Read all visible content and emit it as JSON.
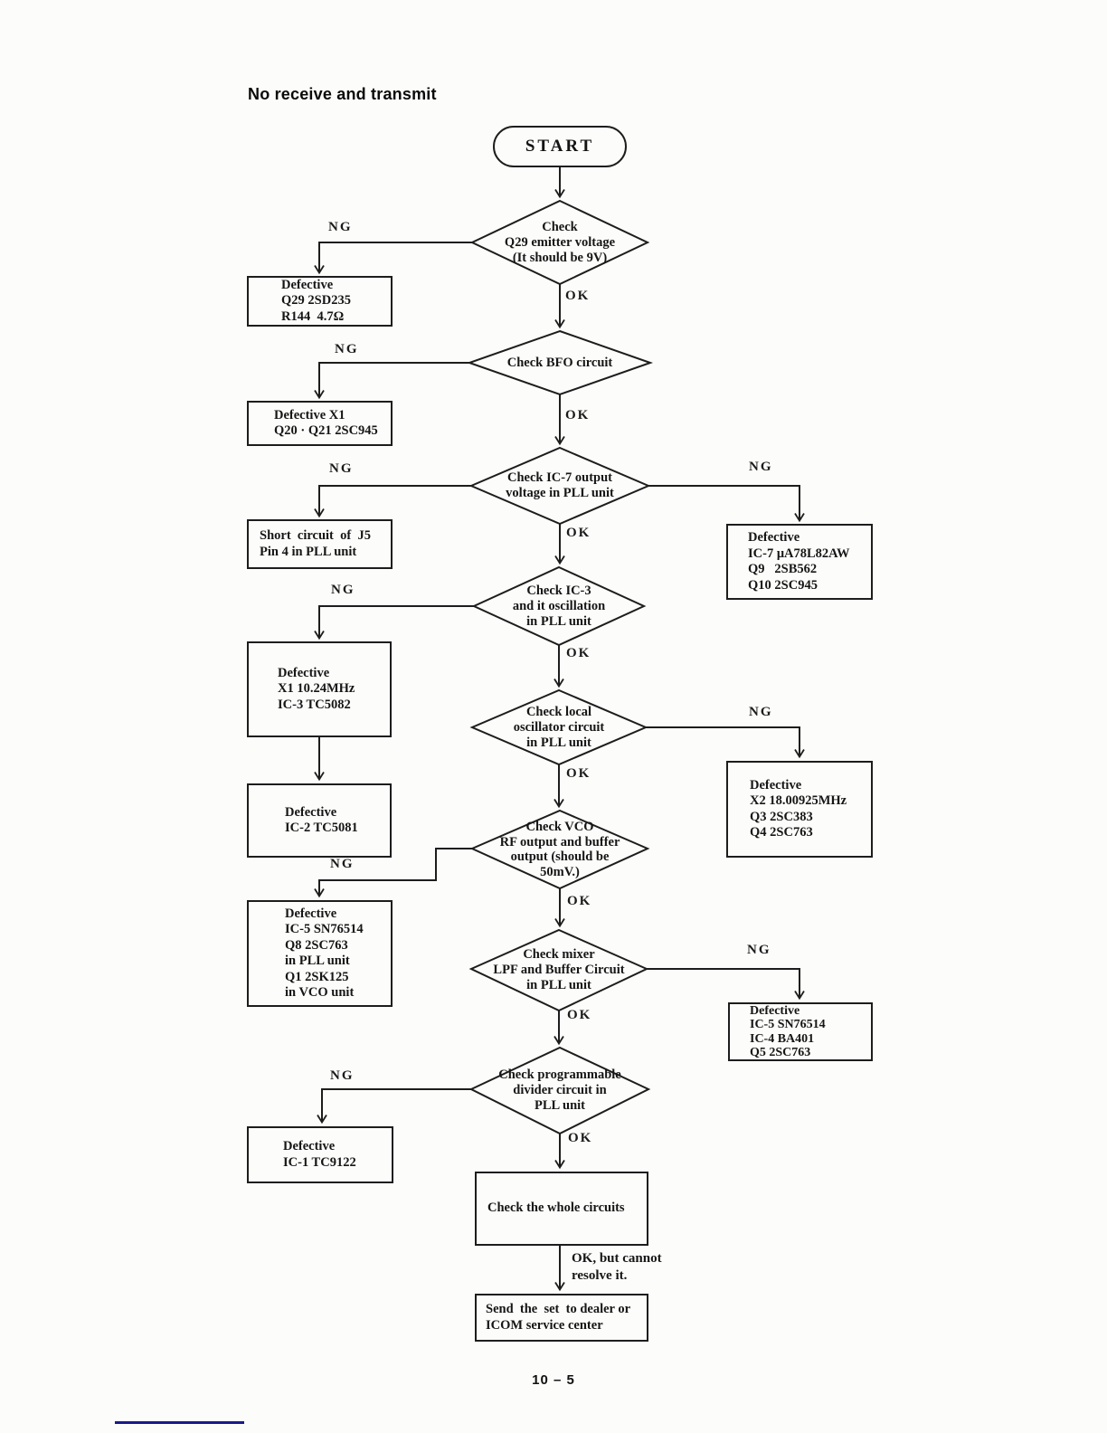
{
  "page": {
    "title": "No receive and transmit",
    "page_number": "10 – 5"
  },
  "labels": {
    "ng": "NG",
    "ok": "OK"
  },
  "flow": {
    "start": "START",
    "d1": "Check\nQ29 emitter voltage\n(It should be 9V)",
    "b1": "Defective\nQ29 2SD235\nR144  4.7Ω",
    "d2": "Check BFO circuit",
    "b2": "Defective X1\nQ20 · Q21 2SC945",
    "d3": "Check IC-7 output\nvoltage in PLL unit",
    "b3": "Short  circuit  of  J5\nPin 4 in PLL unit",
    "r1": "Defective\nIC-7 μA78L82AW\nQ9   2SB562\nQ10 2SC945",
    "d4": "Check IC-3\nand it oscillation\nin PLL unit",
    "b4": "Defective\nX1 10.24MHz\nIC-3 TC5082",
    "d5": "Check local\noscillator circuit\nin PLL unit",
    "r2": "Defective\nX2 18.00925MHz\nQ3 2SC383\nQ4 2SC763",
    "b5": "Defective\nIC-2 TC5081",
    "d6": "Check VCO\nRF output and buffer\noutput (should be\n50mV.)",
    "b6": "Defective\nIC-5 SN76514\nQ8 2SC763\nin PLL unit\nQ1 2SK125\nin VCO unit",
    "d7": "Check mixer\nLPF and Buffer Circuit\nin PLL unit",
    "r3": "Defective\nIC-5 SN76514\nIC-4 BA401\nQ5 2SC763",
    "d8": "Check programmable\ndivider circuit in\nPLL unit",
    "b7": "Defective\nIC-1 TC9122",
    "b8": "Check the whole circuits",
    "ok_note": "OK, but cannot\nresolve it.",
    "b9": "Send  the  set  to dealer or\nICOM service center"
  }
}
